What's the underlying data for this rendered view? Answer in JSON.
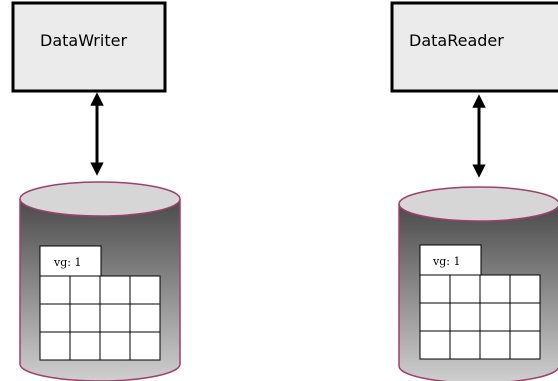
{
  "diagram": {
    "writer": {
      "label": "DataWriter",
      "table_label": "vg: 1"
    },
    "reader": {
      "label": "DataReader",
      "table_label": "vg: 1"
    },
    "colors": {
      "box_fill": "#ebebeb",
      "box_border": "#000000",
      "cylinder_border": "#a0406a",
      "cylinder_top": "#d6d6d6",
      "cylinder_body_dark": "#505050",
      "cylinder_body_light": "#c8c8c8",
      "table_fill": "#ffffff",
      "table_line": "#000000"
    }
  }
}
